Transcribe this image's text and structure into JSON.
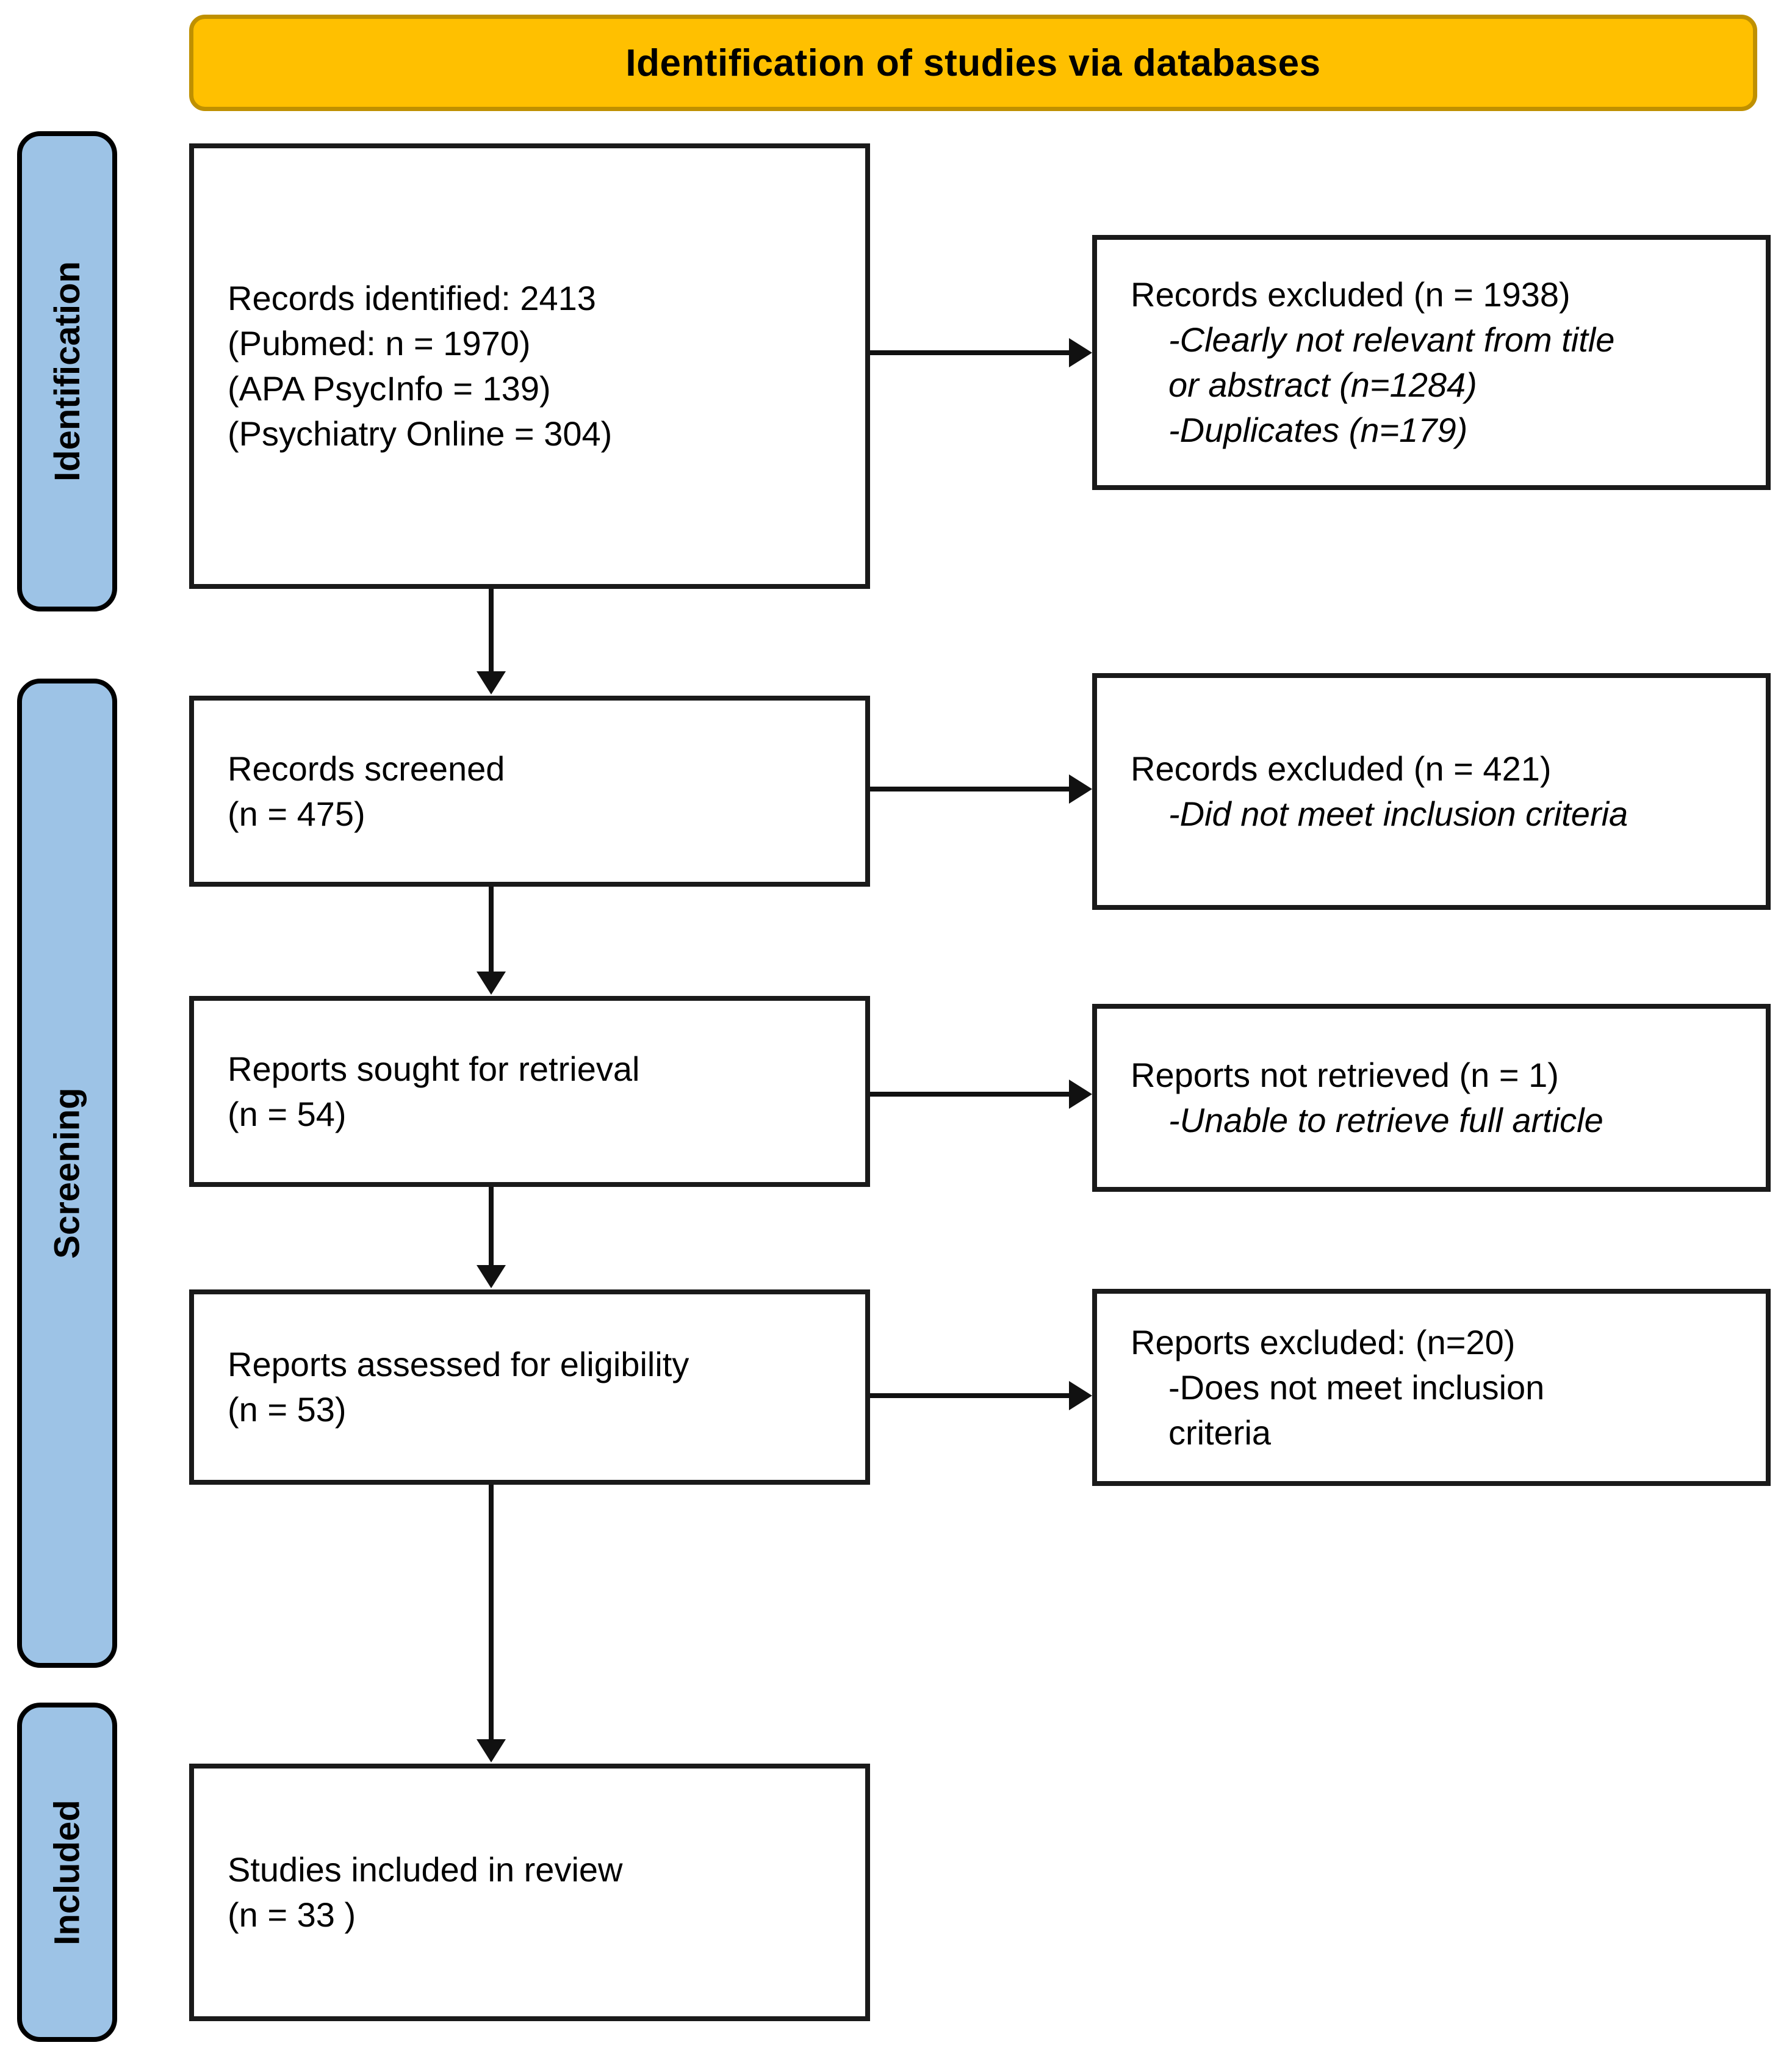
{
  "banner": {
    "title": "Identification of studies via databases"
  },
  "sidebar": {
    "labels": [
      {
        "label": "Identification"
      },
      {
        "label": "Screening"
      },
      {
        "label": "Included"
      }
    ]
  },
  "flow": {
    "main_boxes": [
      {
        "lines": [
          "Records identified: 2413",
          "(Pubmed: n = 1970)",
          "(APA PsycInfo = 139)",
          "(Psychiatry Online = 304)"
        ]
      },
      {
        "lines": [
          "Records screened",
          "(n = 475)"
        ]
      },
      {
        "lines": [
          "Reports sought for retrieval",
          "(n = 54)"
        ]
      },
      {
        "lines": [
          "Reports assessed for eligibility",
          "(n = 53)"
        ]
      },
      {
        "lines": [
          "Studies included in review",
          "(n = 33 )"
        ]
      }
    ],
    "side_boxes": [
      {
        "title": "Records excluded (n = 1938)",
        "details": [
          "-Clearly not relevant from title",
          "or abstract (n=1284)",
          "-Duplicates (n=179)"
        ]
      },
      {
        "title": "Records excluded (n = 421)",
        "details": [
          "-Did not meet inclusion criteria"
        ]
      },
      {
        "title": "Reports not retrieved (n = 1)",
        "details": [
          "-Unable to retrieve full article"
        ]
      },
      {
        "title": "Reports excluded: (n=20)",
        "details": [
          "-Does not meet inclusion",
          "criteria"
        ]
      }
    ]
  },
  "colors": {
    "banner_fill": "#FFC000",
    "banner_border": "#BF9000",
    "sidebar_fill": "#9DC3E6",
    "box_border": "#000000",
    "arrow": "#111111"
  }
}
